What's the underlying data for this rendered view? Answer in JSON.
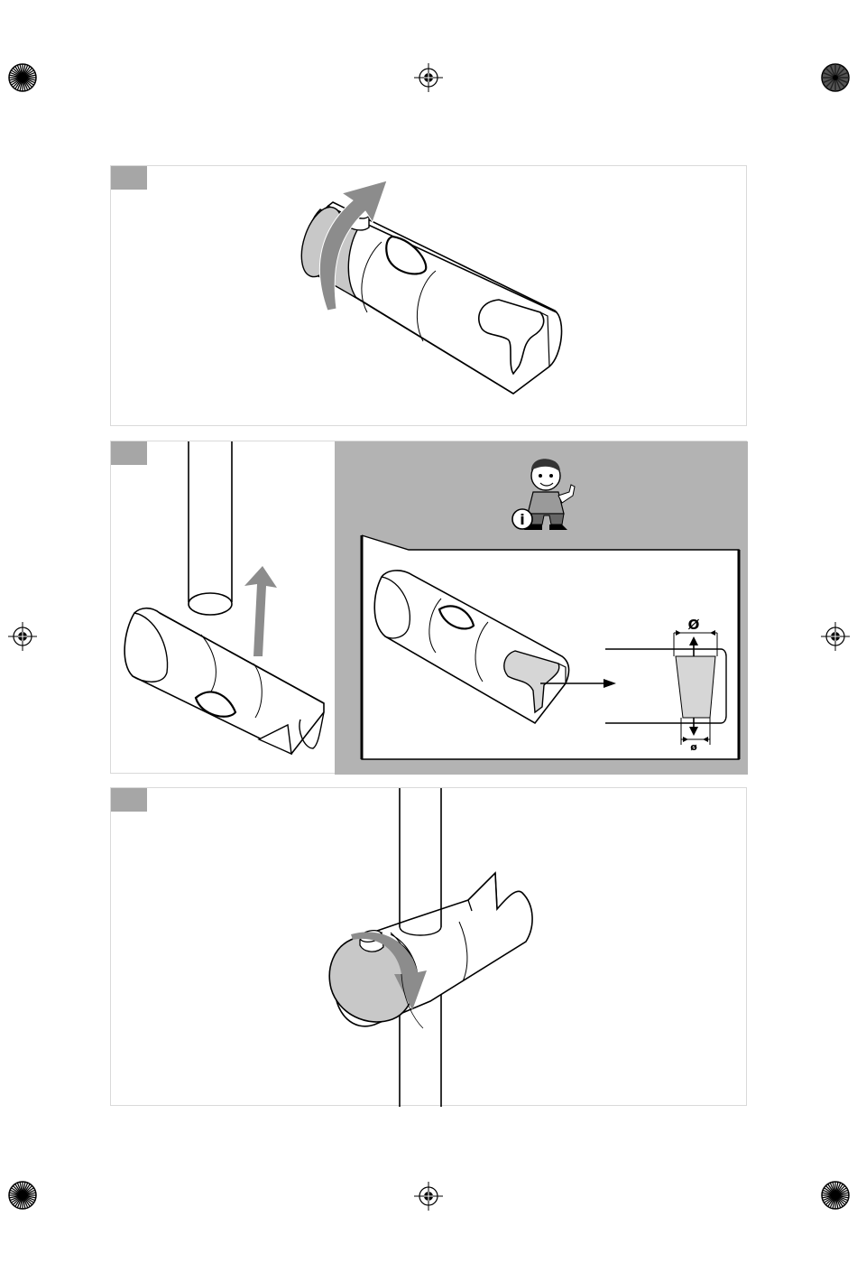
{
  "page": {
    "background": "#ffffff",
    "panel_border": "#d9d9d9",
    "tab_color": "#a6a6a6",
    "info_bg_color": "#b3b3b3",
    "part_fill": "#c8c8c8",
    "arrow_fill": "#8c8c8c"
  },
  "panels": [
    {
      "id": "step-1",
      "step_label": ""
    },
    {
      "id": "step-2",
      "step_label": ""
    },
    {
      "id": "step-3",
      "step_label": ""
    }
  ],
  "info": {
    "mascot": "grohe-mascot-icon",
    "mascot_badge": "i",
    "diameter_symbol_large": "Ø",
    "diameter_symbol_small": "ø"
  },
  "icons": [
    "registration-mark-icon",
    "crosshair-icon",
    "rotate-arrow-icon",
    "up-arrow-icon",
    "pointer-arrow-icon"
  ]
}
